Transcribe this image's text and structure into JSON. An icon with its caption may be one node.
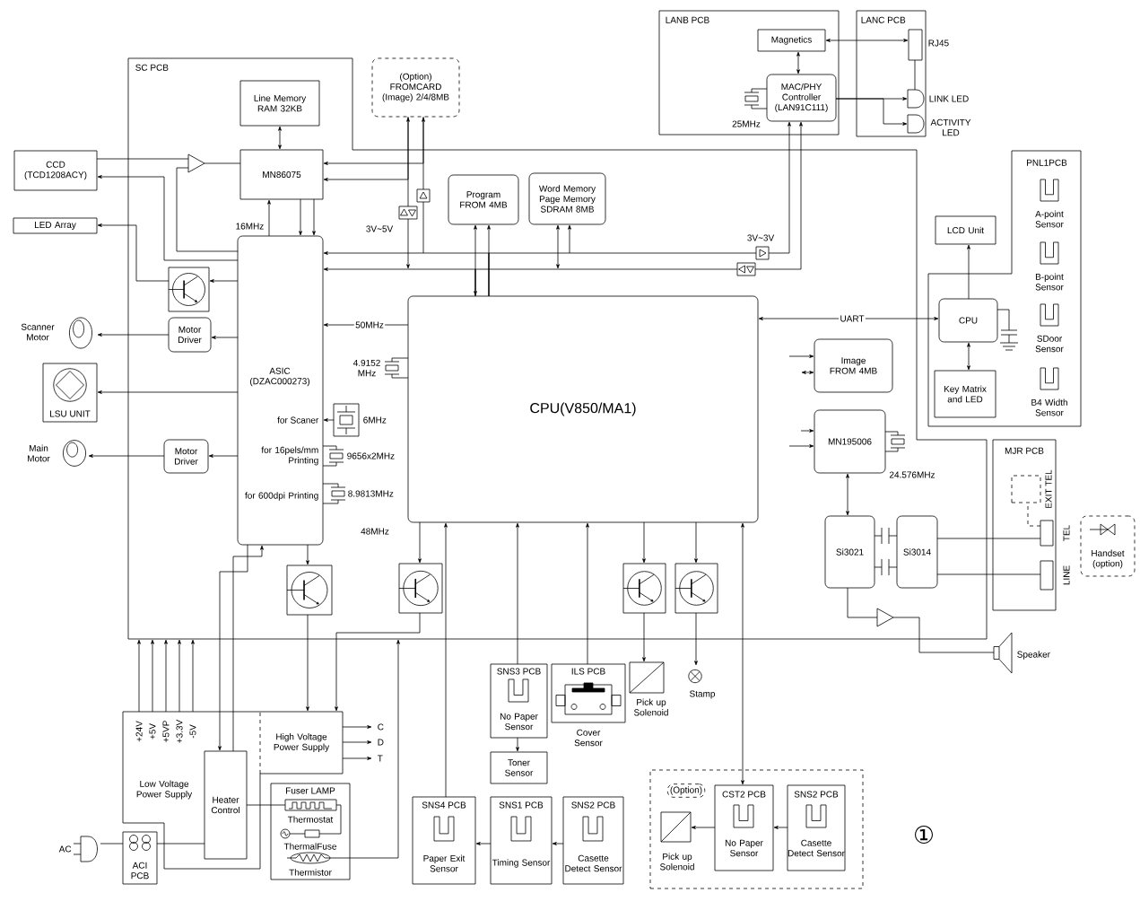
{
  "diagram": {
    "nodes": [
      {
        "text": [
          "SC PCB"
        ]
      },
      {
        "text": [
          "Line Memory RAM 32KB"
        ],
        "in": 0
      },
      {
        "text": [
          "(Option) FROMCARD (Image) 2/4/8MB"
        ]
      },
      {
        "text": [
          "CCD (TCD1208ACY)"
        ]
      },
      {
        "text": [],
        "shape": "triangle",
        "in": 0
      },
      {
        "text": [
          "MN86075"
        ],
        "in": 0
      },
      {
        "text": [
          "LED Array"
        ]
      },
      {
        "text": [
          "Program FROM 4MB"
        ],
        "in": 0
      },
      {
        "text": [
          "Word Memory Page Memory SDRAM 8MB"
        ],
        "in": 0
      },
      {
        "text": [],
        "shape": "picture",
        "in": 0
      },
      {
        "text": [
          "ASIC (DZAC000273)",
          "for Scaner",
          "for 16pels/mm Printing",
          "for 600dpi Printing"
        ],
        "in": 0
      },
      {
        "text": [
          "CPU(V850/MA1)"
        ],
        "in": 0
      },
      {
        "text": [
          "LANB PCB"
        ]
      },
      {
        "text": [
          "Magnetics"
        ],
        "in": 12
      },
      {
        "text": [
          "MAC/PHY Controller (LAN91C111)"
        ],
        "in": 12
      },
      {
        "text": [
          "LANC PCB"
        ]
      },
      {
        "text": [],
        "shape": "box",
        "beside": [
          "RJ45"
        ],
        "in": 15
      },
      {
        "text": [],
        "shape": "picture",
        "beside": [
          "LINK LED"
        ],
        "in": 15
      },
      {
        "text": [],
        "shape": "picture",
        "beside": [
          "ACTIVITY LED"
        ],
        "in": 15
      },
      {
        "text": [
          "PNL1PCB"
        ]
      },
      {
        "text": [
          "LCD Unit"
        ]
      },
      {
        "text": [
          "A-point Sensor"
        ],
        "in": 19
      },
      {
        "text": [
          "B-point Sensor"
        ],
        "in": 19
      },
      {
        "text": [
          "CPU"
        ],
        "in": 19
      },
      {
        "text": [
          "SDoor Sensor"
        ],
        "in": 19
      },
      {
        "text": [
          "Key Matrix and LED"
        ],
        "in": 19
      },
      {
        "text": [
          "B4 Width Sensor"
        ],
        "in": 19
      },
      {
        "text": [
          "Scanner Motor"
        ]
      },
      {
        "text": [
          "Motor Driver"
        ],
        "in": 0
      },
      {
        "text": [
          "LSU UNIT"
        ]
      },
      {
        "text": [
          "Main Motor"
        ]
      },
      {
        "text": [
          "Motor Driver"
        ],
        "in": 0
      },
      {
        "text": [
          "Image FROM 4MB"
        ],
        "in": 0
      },
      {
        "text": [
          "MN195006"
        ],
        "in": 0
      },
      {
        "text": [
          "MJR PCB"
        ]
      },
      {
        "text": [],
        "shape": "box",
        "beside": [
          "EXIT TEL"
        ],
        "in": 34
      },
      {
        "text": [],
        "shape": "box",
        "beside": [
          "TEL"
        ],
        "in": 34
      },
      {
        "text": [],
        "shape": "box",
        "beside": [
          "LINE"
        ],
        "in": 34
      },
      {
        "text": [
          "Handset (option)"
        ]
      },
      {
        "text": [
          "Si3021"
        ],
        "in": 0
      },
      {
        "text": [
          "Si3014"
        ],
        "in": 0
      },
      {
        "text": [],
        "shape": "triangle",
        "in": 0
      },
      {
        "text": [],
        "shape": "picture",
        "beside": [
          "Speaker"
        ]
      },
      {
        "text": [],
        "shape": "picture",
        "in": 0
      },
      {
        "text": [],
        "shape": "picture",
        "in": 0
      },
      {
        "text": [],
        "shape": "picture",
        "in": 0
      },
      {
        "text": [],
        "shape": "picture",
        "in": 0
      },
      {
        "text": [
          "Low Voltage Power Supply"
        ]
      },
      {
        "text": [
          "Heater Control"
        ],
        "in": 47
      },
      {
        "text": [
          "High Voltage Power Supply"
        ]
      },
      {
        "text": [
          "Fuser LAMP",
          "Thermostat",
          "ThermalFuse",
          "Thermistor"
        ]
      },
      {
        "text": [
          "AC"
        ]
      },
      {
        "text": [
          "ACI PCB"
        ]
      },
      {
        "text": [
          "SNS3 PCB",
          "No Paper Sensor"
        ]
      },
      {
        "text": [
          "Toner Sensor"
        ]
      },
      {
        "text": [
          "ILS PCB"
        ],
        "beside": [
          "Cover Sensor"
        ]
      },
      {
        "text": [],
        "shape": "box",
        "beside": [
          "Pick up Solenoid"
        ]
      },
      {
        "text": [],
        "shape": "circle",
        "beside": [
          "Stamp"
        ]
      },
      {
        "text": [
          "SNS4 PCB",
          "Paper Exit Sensor"
        ]
      },
      {
        "text": [
          "SNS1 PCB",
          "Timing Sensor"
        ]
      },
      {
        "text": [
          "SNS2 PCB",
          "Casette Detect Sensor"
        ]
      },
      {
        "text": [
          "(Option)"
        ]
      },
      {
        "text": [],
        "shape": "box",
        "beside": [
          "Pick up Solenoid"
        ],
        "in": 61
      },
      {
        "text": [
          "CST2 PCB",
          "No Paper Sensor"
        ],
        "in": 61
      },
      {
        "text": [
          "SNS2 PCB",
          "Casette Detect Sensor"
        ],
        "in": 61
      }
    ],
    "edges": [
      {
        "from": 3,
        "to": 4,
        "arrow": "none"
      },
      {
        "from": 10,
        "to": 4,
        "arrow": "none"
      },
      {
        "from": 4,
        "to": 5,
        "arrow": "none"
      },
      {
        "from": 10,
        "to": 3,
        "arrow": "to"
      },
      {
        "from": 9,
        "to": 6,
        "arrow": "to"
      },
      {
        "from": 10,
        "to": 9,
        "arrow": "to"
      },
      {
        "from": 1,
        "to": 5,
        "arrow": "both"
      },
      {
        "from": 10,
        "to": 5,
        "arrow": "to",
        "label": "16MHz"
      },
      {
        "from": 5,
        "to": 10,
        "arrow": "to"
      },
      {
        "from": 5,
        "to": 10,
        "arrow": "to"
      },
      {
        "from": 2,
        "to": 5,
        "arrow": "to"
      },
      {
        "from": 2,
        "to": 5,
        "arrow": "to"
      },
      {
        "from": 11,
        "to": 10,
        "arrow": "to"
      },
      {
        "from": 11,
        "to": 10,
        "arrow": "to"
      },
      {
        "from": 11,
        "to": 7,
        "arrow": "both"
      },
      {
        "from": 11,
        "to": 7,
        "arrow": "to"
      },
      {
        "from": null,
        "to": 8,
        "arrow": "both"
      },
      {
        "from": null,
        "to": 8,
        "arrow": "to"
      },
      {
        "from": null,
        "to": 2,
        "arrow": "both"
      },
      {
        "from": null,
        "to": 2,
        "arrow": "to"
      },
      {
        "from": 11,
        "to": 14,
        "arrow": "to"
      },
      {
        "from": 11,
        "to": 14,
        "arrow": "to"
      },
      {
        "from": null,
        "to": 32,
        "arrow": "to"
      },
      {
        "from": null,
        "to": 32,
        "arrow": "both"
      },
      {
        "from": null,
        "to": 33,
        "arrow": "to"
      },
      {
        "from": null,
        "to": 33,
        "arrow": "to"
      },
      {
        "from": 11,
        "to": 10,
        "arrow": "to",
        "label": "50MHz"
      },
      {
        "from": 10,
        "to": 28,
        "arrow": "to"
      },
      {
        "from": 28,
        "to": 27,
        "arrow": "to"
      },
      {
        "from": 10,
        "to": 29,
        "arrow": "to"
      },
      {
        "from": 10,
        "to": 31,
        "arrow": "to"
      },
      {
        "from": 31,
        "to": 30,
        "arrow": "to"
      },
      {
        "from": 10,
        "to": 43,
        "arrow": "to"
      },
      {
        "from": 11,
        "to": 44,
        "arrow": "to"
      },
      {
        "from": 43,
        "to": 49,
        "arrow": "to"
      },
      {
        "from": 44,
        "to": 49,
        "arrow": "to"
      },
      {
        "from": 10,
        "to": 48,
        "arrow": "to"
      },
      {
        "from": 48,
        "to": 10,
        "arrow": "to"
      },
      {
        "from": 47,
        "to": 0,
        "arrow": "to",
        "label": "+24V"
      },
      {
        "from": 47,
        "to": 0,
        "arrow": "to",
        "label": "+5V"
      },
      {
        "from": 47,
        "to": 0,
        "arrow": "to",
        "label": "+5VP"
      },
      {
        "from": 47,
        "to": 0,
        "arrow": "to",
        "label": "+3.3V"
      },
      {
        "from": 47,
        "to": 0,
        "arrow": "to",
        "label": "-5V"
      },
      {
        "from": 48,
        "to": 50,
        "arrow": "none"
      },
      {
        "from": 50,
        "to": 0,
        "arrow": "to"
      },
      {
        "from": 51,
        "to": 52,
        "arrow": "none"
      },
      {
        "from": 52,
        "to": 48,
        "arrow": "none"
      },
      {
        "from": 49,
        "to": null,
        "arrow": "to",
        "label": "C"
      },
      {
        "from": 49,
        "to": null,
        "arrow": "to",
        "label": "D"
      },
      {
        "from": 49,
        "to": null,
        "arrow": "to",
        "label": "T"
      },
      {
        "from": 53,
        "to": 11,
        "arrow": "to"
      },
      {
        "from": 53,
        "to": 54,
        "arrow": "to"
      },
      {
        "from": 55,
        "to": 11,
        "arrow": "to"
      },
      {
        "from": 11,
        "to": 45,
        "arrow": "to"
      },
      {
        "from": 45,
        "to": 56,
        "arrow": "to"
      },
      {
        "from": 11,
        "to": 46,
        "arrow": "to"
      },
      {
        "from": 46,
        "to": 57,
        "arrow": "to"
      },
      {
        "from": 58,
        "to": 11,
        "arrow": "to"
      },
      {
        "from": 59,
        "to": 58,
        "arrow": "to"
      },
      {
        "from": 60,
        "to": 59,
        "arrow": "to"
      },
      {
        "from": 11,
        "to": 63,
        "arrow": "both"
      },
      {
        "from": 64,
        "to": 63,
        "arrow": "to"
      },
      {
        "from": 63,
        "to": 62,
        "arrow": "to"
      },
      {
        "from": 11,
        "to": 23,
        "arrow": "both",
        "label": "UART"
      },
      {
        "from": 23,
        "to": 25,
        "arrow": "both"
      },
      {
        "from": 23,
        "to": 20,
        "arrow": "to"
      },
      {
        "from": 13,
        "to": 14,
        "arrow": "both"
      },
      {
        "from": 13,
        "to": 16,
        "arrow": "both"
      },
      {
        "from": 14,
        "to": 17,
        "arrow": "to"
      },
      {
        "from": 14,
        "to": 18,
        "arrow": "to"
      },
      {
        "from": 16,
        "to": 17,
        "arrow": "none"
      },
      {
        "from": 33,
        "to": 39,
        "arrow": "both"
      },
      {
        "from": 39,
        "to": 40,
        "arrow": "none"
      },
      {
        "from": 39,
        "to": 40,
        "arrow": "none"
      },
      {
        "from": 40,
        "to": 36,
        "arrow": "none"
      },
      {
        "from": 40,
        "to": 37,
        "arrow": "none"
      },
      {
        "from": 36,
        "to": 35,
        "arrow": "none",
        "style": "dashed"
      },
      {
        "from": 39,
        "to": 41,
        "arrow": "none"
      },
      {
        "from": 41,
        "to": 42,
        "arrow": "none"
      }
    ],
    "labels": [
      "25MHz",
      "3V~5V",
      "3V~3V",
      "4.9152 MHz",
      "6MHz",
      "9656x2MHz",
      "8.9813MHz",
      "24.576MHz",
      "48MHz",
      "①"
    ]
  }
}
